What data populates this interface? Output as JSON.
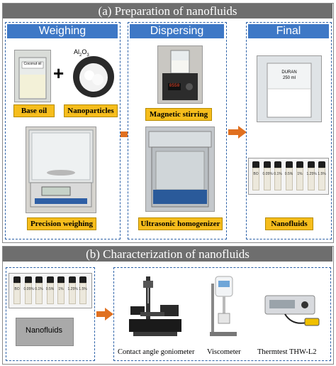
{
  "section_a": {
    "title": "(a) Preparation of nanofluids",
    "columns": {
      "weighing": "Weighing",
      "dispersing": "Dispersing",
      "final": "Final"
    },
    "labels": {
      "base_oil": "Base oil",
      "nanoparticles": "Nanoparticles",
      "precision_weighing": "Precision weighing",
      "magnetic_stirring": "Magnetic stirring",
      "ultrasonic_homogenizer": "Ultrasonic homogenizer",
      "nanofluids": "Nanofluids"
    },
    "photo_text": {
      "beaker_label": "Coconut oil",
      "plus": "+",
      "al2o3": "Al",
      "al2o3_sub": "2",
      "al2o3_o": "O",
      "al2o3_sub2": "3",
      "stirrer_display": "0550",
      "final_beaker_brand": "DURAN",
      "final_beaker_volume": "250 ml"
    },
    "vial_labels": [
      "BO",
      "0.05%",
      "0.1%",
      "0.5%",
      "1%",
      "1.25%",
      "1.5%"
    ]
  },
  "section_b": {
    "title": "(b) Characterization of nanofluids",
    "nanofluids_box": "Nanofluids",
    "instruments": [
      "Contact angle goniometer",
      "Viscometer",
      "Thermtest THW-L2"
    ],
    "vial_labels": [
      "BO",
      "0.05%",
      "0.1%",
      "0.5%",
      "1%",
      "1.25%",
      "1.5%"
    ]
  },
  "colors": {
    "title_bar": "#6e6e6e",
    "column_header": "#3e78c6",
    "column_border": "#2d62a8",
    "label_fill": "#f6bd1c",
    "arrow": "#e07020"
  }
}
